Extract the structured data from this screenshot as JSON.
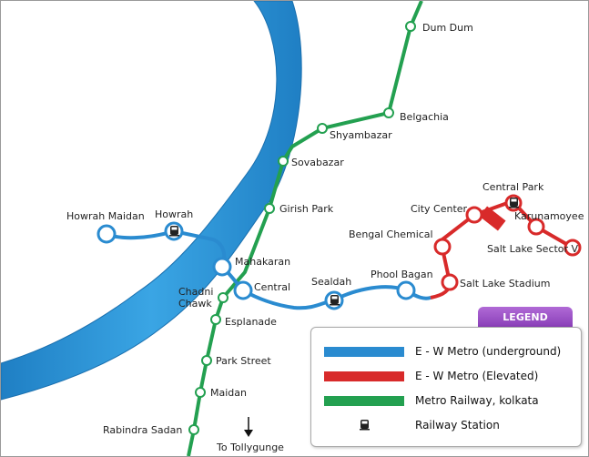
{
  "colors": {
    "ew_underground": "#2a8bd0",
    "ew_elevated": "#d82a2a",
    "metro_railway": "#23a050",
    "river": "#2a93d6"
  },
  "stations": {
    "dum_dum": "Dum Dum",
    "belgachia": "Belgachia",
    "shyambazar": "Shyambazar",
    "sovabazar": "Sovabazar",
    "girish_park": "Girish Park",
    "mahakaran": "Mahakaran",
    "central": "Central",
    "chadni_chawk": "Chadni\nChawk",
    "esplanade": "Esplanade",
    "park_street": "Park Street",
    "maidan": "Maidan",
    "rabindra_sadan": "Rabindra Sadan",
    "howrah_maidan": "Howrah Maidan",
    "howrah": "Howrah",
    "sealdah": "Sealdah",
    "phool_bagan": "Phool Bagan",
    "salt_lake_stadium": "Salt Lake Stadium",
    "bengal_chemical": "Bengal Chemical",
    "city_center": "City Center",
    "central_park": "Central Park",
    "karunamoyee": "Karunamoyee",
    "salt_lake_sector_v": "Salt Lake Sector V"
  },
  "to_tollygunge": "To Tollygunge",
  "legend": {
    "title": "LEGEND",
    "items": [
      {
        "label": "E - W Metro (underground)",
        "color": "#2a8bd0"
      },
      {
        "label": "E - W Metro (Elevated)",
        "color": "#d82a2a"
      },
      {
        "label": "Metro Railway, kolkata",
        "color": "#23a050"
      },
      {
        "label": "Railway Station",
        "icon": "train-icon"
      }
    ]
  }
}
